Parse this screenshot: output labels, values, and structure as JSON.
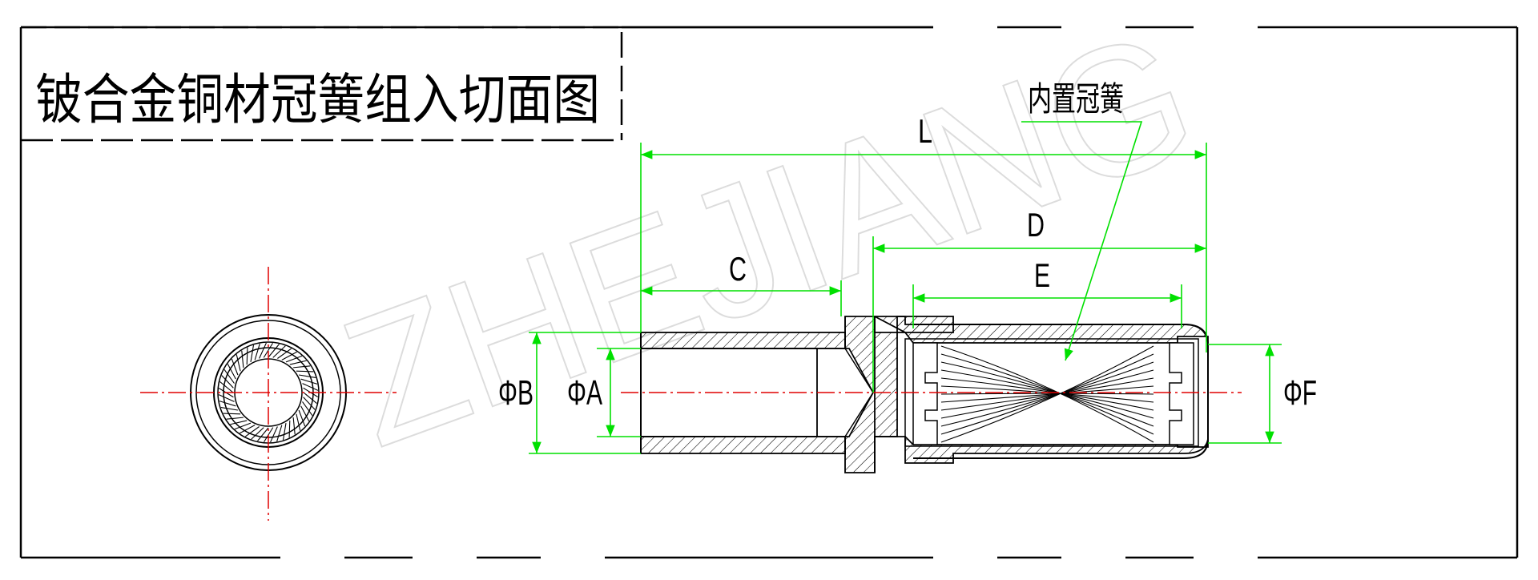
{
  "title": "铍合金铜材冠簧组入切面图",
  "watermark": "ZHEJIANG",
  "callout": {
    "label": "内置冠簧"
  },
  "dimensions": {
    "L": "L",
    "C": "C",
    "D": "D",
    "E": "E",
    "phiA": "ΦA",
    "phiB": "ΦB",
    "phiF": "ΦF"
  },
  "colors": {
    "outline": "#000000",
    "dimension": "#00e000",
    "centerline": "#e00000",
    "watermark": "#e6e6e6",
    "background": "#ffffff"
  }
}
